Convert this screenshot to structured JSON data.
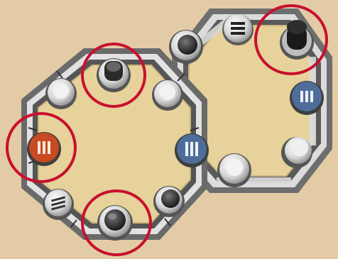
{
  "game": {
    "boards": [
      {
        "id": "board-left",
        "tokens": [
          {
            "id": "top",
            "kind": "dark-stack",
            "highlighted": true
          },
          {
            "id": "upper-left",
            "kind": "white"
          },
          {
            "id": "upper-right",
            "kind": "white"
          },
          {
            "id": "left",
            "kind": "red-emblem",
            "highlighted": true
          },
          {
            "id": "right",
            "kind": "blue-emblem"
          },
          {
            "id": "lower-left",
            "kind": "white-emblem"
          },
          {
            "id": "lower-right",
            "kind": "dark-stack"
          },
          {
            "id": "bottom",
            "kind": "dark-stack",
            "highlighted": true
          }
        ]
      },
      {
        "id": "board-right",
        "tokens": [
          {
            "id": "top",
            "kind": "white-emblem"
          },
          {
            "id": "upper-left",
            "kind": "dark-stack"
          },
          {
            "id": "upper-right",
            "kind": "black-stack",
            "highlighted": true
          },
          {
            "id": "right",
            "kind": "blue-emblem"
          },
          {
            "id": "lower-right",
            "kind": "white"
          },
          {
            "id": "bottom",
            "kind": "white"
          }
        ]
      }
    ],
    "colors": {
      "parchment": "#e8d2ac",
      "board_fill": "#e6d29a",
      "frame": "#676767",
      "highlight": "#c8102e",
      "blue_token": "#4f6d9a",
      "red_token": "#c84a22"
    }
  }
}
